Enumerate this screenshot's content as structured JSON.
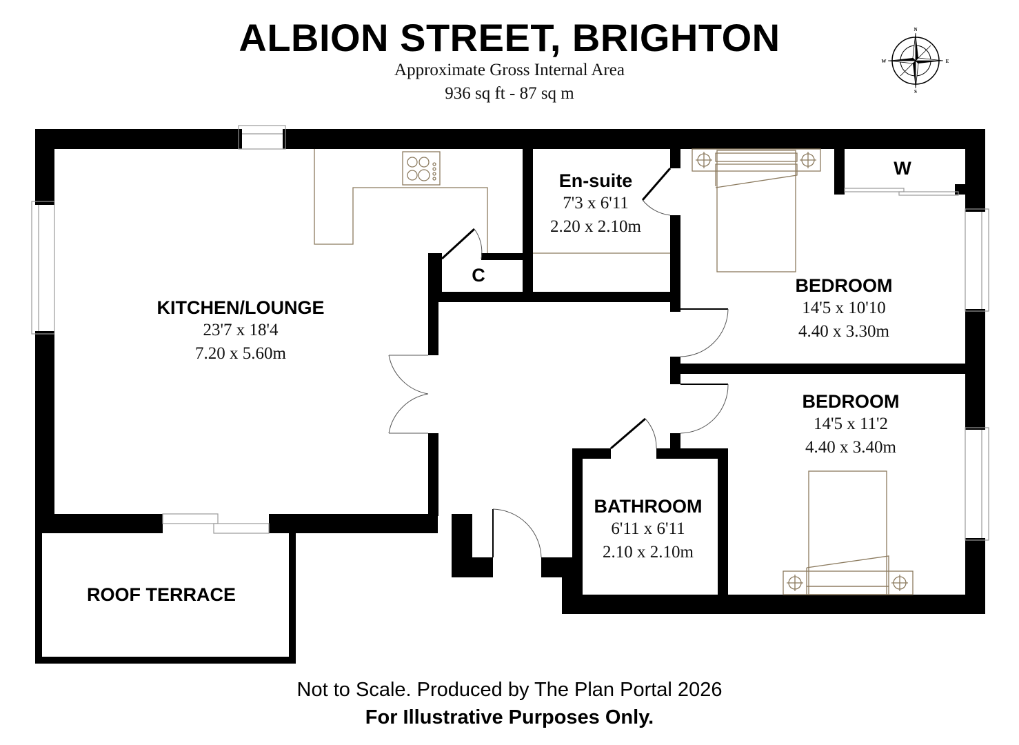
{
  "header": {
    "title": "ALBION STREET, BRIGHTON",
    "area_label": "Approximate Gross Internal Area",
    "area_value": "936 sq ft - 87 sq m"
  },
  "compass": {
    "icon": "compass-rose-icon",
    "n": "N",
    "e": "E",
    "s": "S",
    "w": "W"
  },
  "rooms": {
    "kitchen_lounge": {
      "name": "KITCHEN/LOUNGE",
      "imperial": "23'7 x 18'4",
      "metric": "7.20 x 5.60m"
    },
    "en_suite": {
      "name": "En-suite",
      "imperial": "7'3 x 6'11",
      "metric": "2.20 x 2.10m"
    },
    "bedroom_1": {
      "name": "BEDROOM",
      "imperial": "14'5 x 10'10",
      "metric": "4.40 x 3.30m"
    },
    "bedroom_2": {
      "name": "BEDROOM",
      "imperial": "14'5 x 11'2",
      "metric": "4.40 x 3.40m"
    },
    "bathroom": {
      "name": "BATHROOM",
      "imperial": "6'11 x 6'11",
      "metric": "2.10 x 2.10m"
    },
    "roof_terrace": {
      "name": "ROOF TERRACE"
    },
    "cupboard": {
      "name": "C"
    },
    "wardrobe": {
      "name": "W"
    }
  },
  "colors": {
    "wall": "#000000",
    "fixture": "#8b7a5e",
    "window": "#9a9a9a",
    "background": "#ffffff"
  },
  "footer": {
    "disclaimer": "Not to Scale. Produced by The Plan Portal 2026",
    "purpose": "For Illustrative Purposes Only."
  }
}
